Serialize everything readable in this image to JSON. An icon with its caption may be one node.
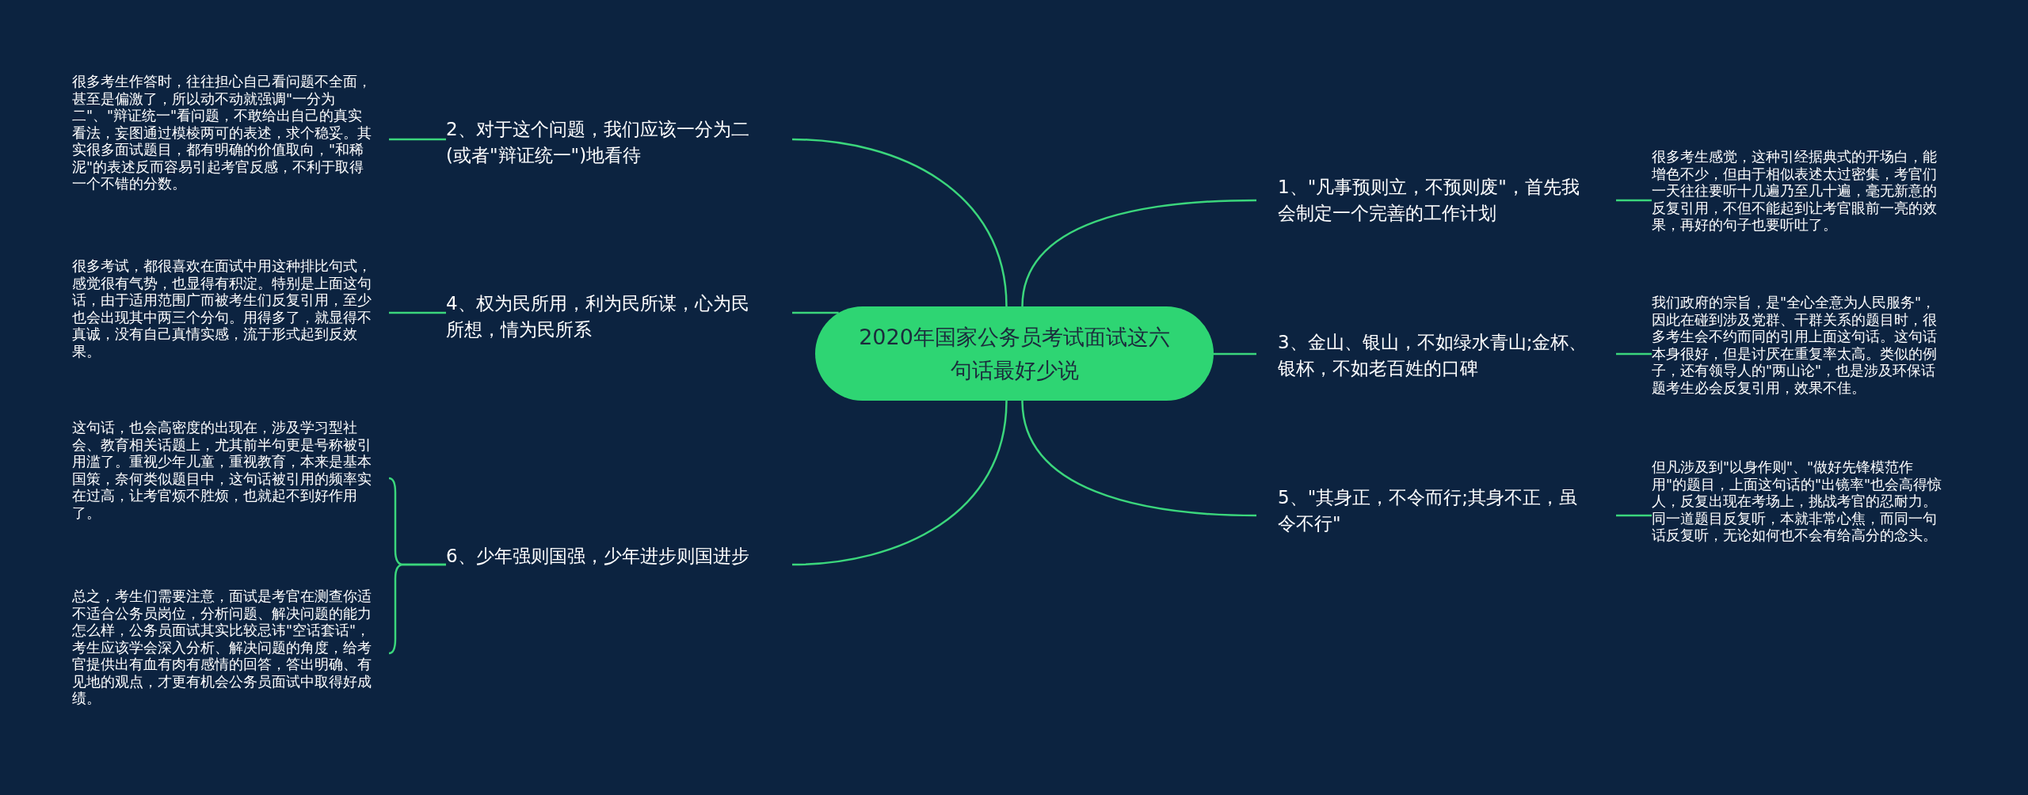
{
  "diagram": {
    "nodes": [
      {
        "text": [
          "2020年国家公务员考试面试这六句话最好少说"
        ]
      },
      {
        "text": [
          "2、对于这个问题，我们应该一分为二(或者\"辩证统一\")地看待"
        ]
      },
      {
        "text": [
          "很多考生作答时，往往担心自己看问题不全面，甚至是偏激了，所以动不动就强调\"一分为二\"、\"辩证统一\"看问题，不敢给出自己的真实看法，妄图通过模棱两可的表述，求个稳妥。其实很多面试题目，都有明确的价值取向，\"和稀泥\"的表述反而容易引起考官反感，不利于取得一个不错的分数。"
        ]
      },
      {
        "text": [
          "4、权为民所用，利为民所谋，心为民所想，情为民所系"
        ]
      },
      {
        "text": [
          "很多考试，都很喜欢在面试中用这种排比句式，感觉很有气势，也显得有积淀。特别是上面这句话，由于适用范围广而被考生们反复引用，至少也会出现其中两三个分句。用得多了，就显得不真诚，没有自己真情实感，流于形式起到反效果。"
        ]
      },
      {
        "text": [
          "6、少年强则国强，少年进步则国进步"
        ]
      },
      {
        "text": [
          "这句话，也会高密度的出现在，涉及学习型社会、教育相关话题上，尤其前半句更是号称被引用滥了。重视少年儿童，重视教育，本来是基本国策，奈何类似题目中，这句话被引用的频率实在过高，让考官烦不胜烦，也就起不到好作用了。"
        ]
      },
      {
        "text": [
          "总之，考生们需要注意，面试是考官在测查你适不适合公务员岗位，分析问题、解决问题的能力怎么样，公务员面试其实比较忌讳\"空话套话\"，考生应该学会深入分析、解决问题的角度，给考官提供出有血有肉有感情的回答，答出明确、有见地的观点，才更有机会公务员面试中取得好成绩。"
        ]
      },
      {
        "text": [
          "1、\"凡事预则立，不预则废\"，首先我会制定一个完善的工作计划"
        ]
      },
      {
        "text": [
          "很多考生感觉，这种引经据典式的开场白，能增色不少，但由于相似表述太过密集，考官们一天往往要听十几遍乃至几十遍，毫无新意的反复引用，不但不能起到让考官眼前一亮的效果，再好的句子也要听吐了。"
        ]
      },
      {
        "text": [
          "3、金山、银山，不如绿水青山;金杯、银杯，不如老百姓的口碑"
        ]
      },
      {
        "text": [
          "我们政府的宗旨，是\"全心全意为人民服务\"，因此在碰到涉及党群、干群关系的题目时，很多考生会不约而同的引用上面这句话。这句话本身很好，但是讨厌在重复率太高。类似的例子，还有领导人的\"两山论\"，也是涉及环保话题考生必会反复引用，效果不佳。"
        ]
      },
      {
        "text": [
          "5、\"其身正，不令而行;其身不正，虽令不行\""
        ]
      },
      {
        "text": [
          "但凡涉及到\"以身作则\"、\"做好先锋模范作用\"的题目，上面这句话的\"出镜率\"也会高得惊人，反复出现在考场上，挑战考官的忍耐力。同一道题目反复听，本就非常心焦，而同一句话反复听，无论如何也不会有给高分的念头。"
        ]
      }
    ],
    "edges": [
      {
        "from": 0,
        "to": 1,
        "arrow": "none"
      },
      {
        "from": 1,
        "to": 2,
        "arrow": "none"
      },
      {
        "from": 0,
        "to": 3,
        "arrow": "none"
      },
      {
        "from": 3,
        "to": 4,
        "arrow": "none"
      },
      {
        "from": 0,
        "to": 5,
        "arrow": "none"
      },
      {
        "from": 5,
        "to": 6,
        "arrow": "none"
      },
      {
        "from": 5,
        "to": 7,
        "arrow": "none"
      },
      {
        "from": 0,
        "to": 8,
        "arrow": "none"
      },
      {
        "from": 8,
        "to": 9,
        "arrow": "none"
      },
      {
        "from": 0,
        "to": 10,
        "arrow": "none"
      },
      {
        "from": 10,
        "to": 11,
        "arrow": "none"
      },
      {
        "from": 0,
        "to": 12,
        "arrow": "none"
      },
      {
        "from": 12,
        "to": 13,
        "arrow": "none"
      }
    ]
  }
}
